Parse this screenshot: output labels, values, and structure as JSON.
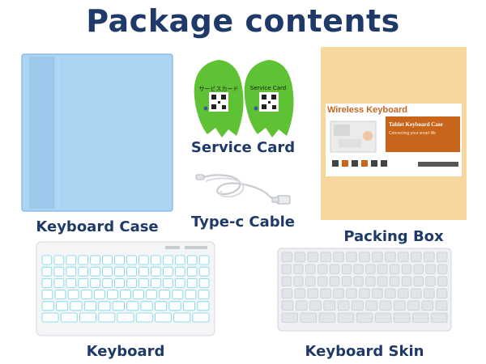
{
  "title": "Package contents",
  "items": {
    "keyboard_case": {
      "label": "Keyboard Case",
      "color": "#a9d4f2"
    },
    "service_card": {
      "label": "Service Card",
      "card_left_text": "サービスカード",
      "card_right_text": "Service Card",
      "color": "#5ec234"
    },
    "type_c_cable": {
      "label": "Type-c Cable"
    },
    "packing_box": {
      "label": "Packing Box",
      "brand": "Wireless Keyboard",
      "panel_title": "Tablet Keyboard Case",
      "panel_subtitle": "Connecting your smart life",
      "color": "#f7d79f",
      "accent": "#c8651b"
    },
    "keyboard": {
      "label": "Keyboard",
      "key_glow": "#6fd3e8"
    },
    "keyboard_skin": {
      "label": "Keyboard Skin"
    }
  },
  "colors": {
    "heading": "#1f3a68"
  }
}
